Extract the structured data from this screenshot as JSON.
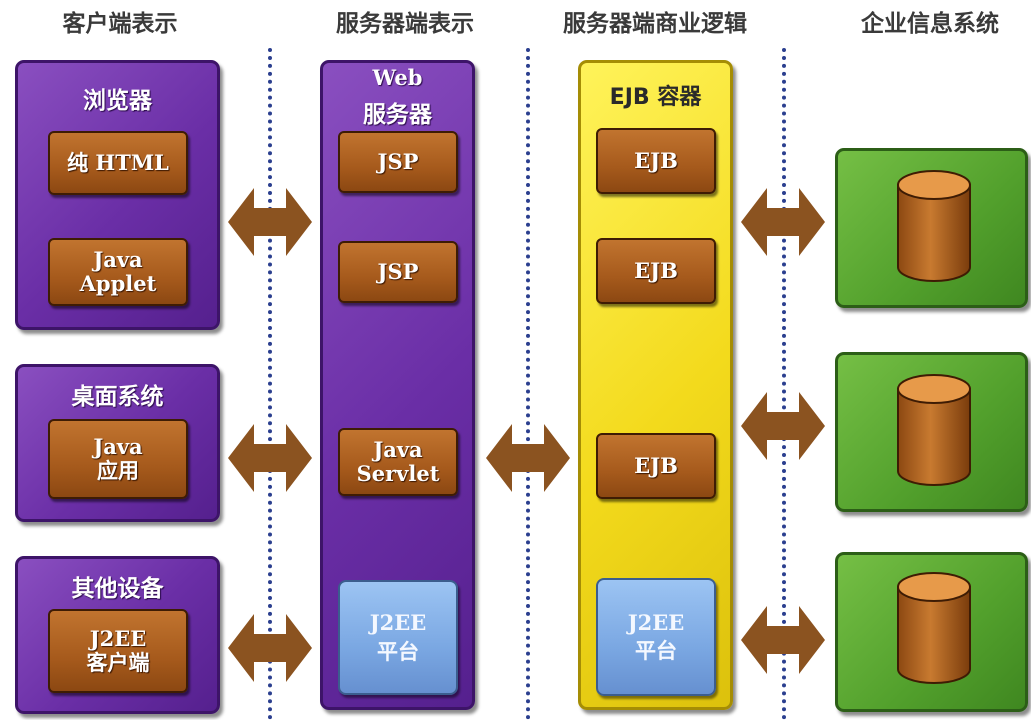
{
  "headers": {
    "client": "客户端表示",
    "web": "服务器端表示",
    "business": "服务器端商业逻辑",
    "eis": "企业信息系统"
  },
  "client_tier": {
    "browser": {
      "title": "浏览器",
      "items": [
        "纯 HTML",
        "Java",
        "Applet"
      ]
    },
    "desktop": {
      "title": "桌面系统",
      "items": [
        "Java",
        "应用"
      ]
    },
    "other": {
      "title": "其他设备",
      "items": [
        "J2EE",
        "客户端"
      ]
    }
  },
  "web_tier": {
    "title_line1": "Web",
    "title_line2": "服务器",
    "components": [
      "JSP",
      "JSP",
      "Java",
      "Servlet"
    ],
    "platform": [
      "J2EE",
      "平台"
    ]
  },
  "ejb_tier": {
    "title": "EJB 容器",
    "components": [
      "EJB",
      "EJB",
      "EJB"
    ],
    "platform": [
      "J2EE",
      "平台"
    ]
  },
  "eis_tier": {
    "databases": [
      "database",
      "database",
      "database"
    ]
  },
  "colors": {
    "client_panel": "#6a2ea6",
    "web_panel": "#6a2ea6",
    "ejb_panel": "#f3da1c",
    "eis_panel": "#52a02c",
    "component_box": "#a65a1c",
    "platform_box": "#7aa7e2",
    "connector": "#8b5320",
    "divider": "#2b3f8f"
  }
}
